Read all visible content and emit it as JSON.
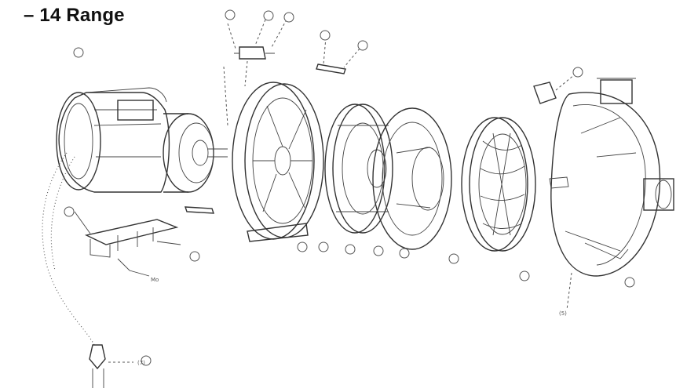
{
  "title": "– 14 Range",
  "labels": {
    "motor_tag": "Mo",
    "bottom_tag": "(7)",
    "casing_tag": "(5)"
  },
  "colors": {
    "ink": "#333333",
    "background": "#ffffff"
  }
}
